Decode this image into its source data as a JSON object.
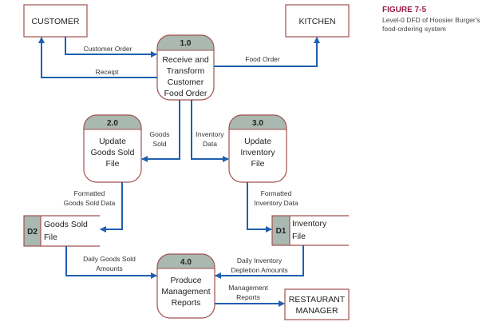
{
  "caption": {
    "title": "FIGURE 7-5",
    "line1": "Level-0 DFD of Hoosier Burger's",
    "line2": "food-ordering system"
  },
  "entities": {
    "customer": "CUSTOMER",
    "kitchen": "KITCHEN",
    "manager_1": "RESTAURANT",
    "manager_2": "MANAGER"
  },
  "processes": [
    {
      "id": "1.0",
      "lines": [
        "Receive and",
        "Transform",
        "Customer",
        "Food Order"
      ]
    },
    {
      "id": "2.0",
      "lines": [
        "Update",
        "Goods Sold",
        "File"
      ]
    },
    {
      "id": "3.0",
      "lines": [
        "Update",
        "Inventory",
        "File"
      ]
    },
    {
      "id": "4.0",
      "lines": [
        "Produce",
        "Management",
        "Reports"
      ]
    }
  ],
  "stores": [
    {
      "id": "D2",
      "lines": [
        "Goods Sold",
        "File"
      ]
    },
    {
      "id": "D1",
      "lines": [
        "Inventory",
        "File"
      ]
    }
  ],
  "flows": {
    "customer_order": "Customer Order",
    "receipt": "Receipt",
    "food_order": "Food Order",
    "goods_sold": [
      "Goods",
      "Sold"
    ],
    "inventory_data": [
      "Inventory",
      "Data"
    ],
    "formatted_goods": [
      "Formatted",
      "Goods Sold Data"
    ],
    "formatted_inventory": [
      "Formatted",
      "Inventory Data"
    ],
    "daily_goods": [
      "Daily Goods Sold",
      "Amounts"
    ],
    "daily_inventory": [
      "Daily Inventory",
      "Depletion Amounts"
    ],
    "mgmt_reports": [
      "Management",
      "Reports"
    ]
  },
  "colors": {
    "flow": "#1f5fb0",
    "border": "#a0524f",
    "header": "#a9b8b0",
    "caption": "#9b1b4a"
  }
}
